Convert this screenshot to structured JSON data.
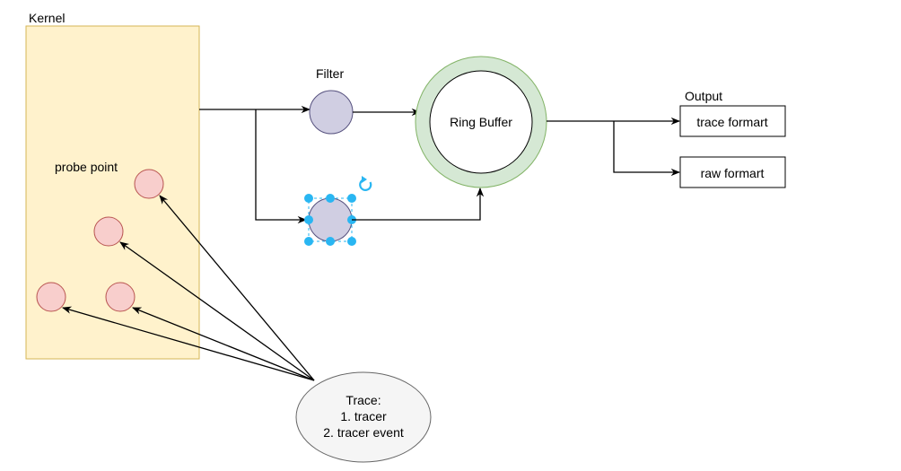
{
  "kernel": {
    "label": "Kernel",
    "probe_label": "probe point"
  },
  "filter": {
    "label": "Filter"
  },
  "ring_buffer": {
    "label": "Ring Buffer"
  },
  "output": {
    "label": "Output",
    "boxes": [
      "trace formart",
      "raw formart"
    ]
  },
  "trace": {
    "lines": [
      "Trace:",
      "1. tracer",
      "2. tracer event"
    ]
  },
  "colors": {
    "kernel_fill": "#fff2cc",
    "kernel_stroke": "#d6b656",
    "probe_fill": "#f8cecc",
    "probe_stroke": "#b85450",
    "filter_fill": "#d0cee2",
    "filter_stroke": "#56517e",
    "ring_fill": "#d5e8d4",
    "ring_stroke": "#82b366",
    "trace_fill": "#f5f5f5",
    "trace_stroke": "#666666",
    "selection": "#29b6f2"
  },
  "icons": {
    "rotate_handle": "rotate-icon"
  }
}
